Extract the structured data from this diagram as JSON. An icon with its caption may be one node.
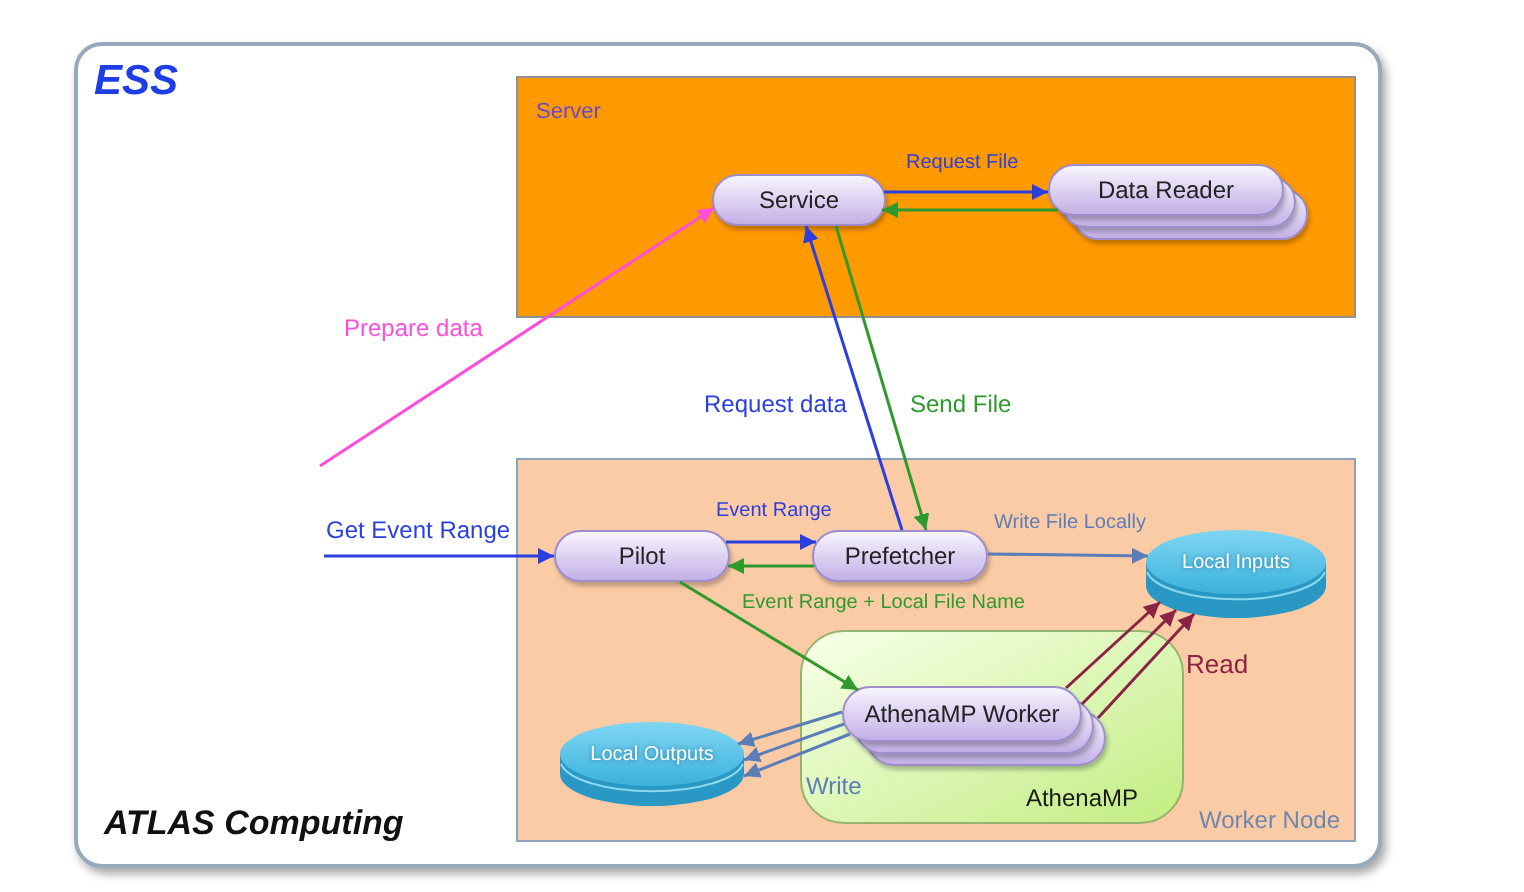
{
  "diagram": {
    "title": "ESS",
    "nodes": [
      {
        "text": [
          "Server"
        ]
      },
      {
        "text": [
          "Service"
        ],
        "in": 0
      },
      {
        "text": [
          "Data Reader"
        ],
        "in": 0
      },
      {
        "text": [
          "Worker Node"
        ]
      },
      {
        "text": [
          "Pilot"
        ],
        "in": 3
      },
      {
        "text": [
          "Prefetcher"
        ],
        "in": 3
      },
      {
        "text": [
          "Local Inputs"
        ],
        "in": 3
      },
      {
        "text": [
          "AthenaMP"
        ],
        "in": 3
      },
      {
        "text": [
          "AthenaMP Worker"
        ],
        "in": 7
      },
      {
        "text": [
          "Local Outputs"
        ],
        "in": 3
      }
    ],
    "edges": [
      {
        "from": null,
        "to": 1,
        "arrow": "to",
        "label": "Prepare data",
        "color": "#ff4fd8"
      },
      {
        "from": null,
        "to": 4,
        "arrow": "to",
        "label": "Get Event Range"
      },
      {
        "from": 1,
        "to": 2,
        "arrow": "to",
        "label": "Request File"
      },
      {
        "from": 2,
        "to": 1,
        "arrow": "to",
        "color": "#2e9a2e"
      },
      {
        "from": 5,
        "to": 1,
        "arrow": "to",
        "label": "Request data"
      },
      {
        "from": 1,
        "to": 5,
        "arrow": "to",
        "label": "Send File",
        "color": "#2e9a2e"
      },
      {
        "from": 4,
        "to": 5,
        "arrow": "to",
        "label": "Event Range"
      },
      {
        "from": 5,
        "to": 4,
        "arrow": "to",
        "color": "#2e9a2e"
      },
      {
        "from": 5,
        "to": 6,
        "arrow": "to",
        "label": "Write File Locally",
        "color": "#5b7db8"
      },
      {
        "from": 4,
        "to": 8,
        "arrow": "to",
        "label": "Event Range + Local File Name",
        "color": "#2e9a2e"
      },
      {
        "from": 8,
        "to": 6,
        "arrow": "to",
        "color": "#8b2346"
      },
      {
        "from": 8,
        "to": 6,
        "arrow": "to",
        "color": "#8b2346"
      },
      {
        "from": 8,
        "to": 6,
        "arrow": "to",
        "label": "Read",
        "color": "#8b2346"
      },
      {
        "from": 8,
        "to": 9,
        "arrow": "to",
        "color": "#5b7db8"
      },
      {
        "from": 8,
        "to": 9,
        "arrow": "to",
        "color": "#5b7db8"
      },
      {
        "from": 8,
        "to": 9,
        "arrow": "to",
        "label": "Write",
        "color": "#5b7db8"
      }
    ],
    "labels": [
      "ATLAS Computing"
    ]
  }
}
